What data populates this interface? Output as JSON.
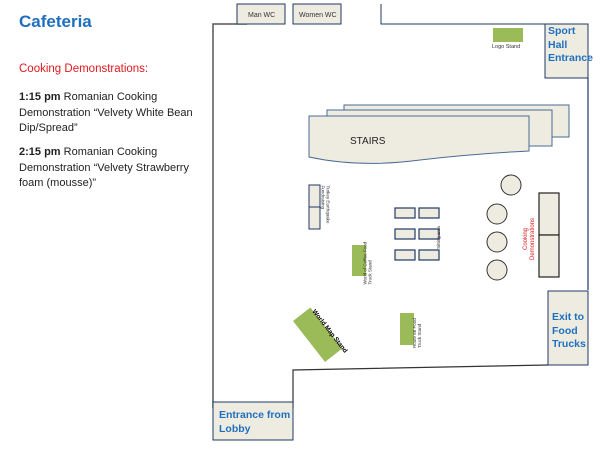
{
  "title": "Cafeteria",
  "schedule": {
    "heading": "Cooking Demonstrations:",
    "items": [
      {
        "time": "1:15 pm",
        "text": "Romanian Cooking Demonstration “Velvety White Bean Dip/Spread”"
      },
      {
        "time": "2:15 pm",
        "text": "Romanian Cooking Demonstration “Velvety Strawberry foam (mousse)”"
      }
    ]
  },
  "map": {
    "rooms": {
      "man_wc": "Man WC",
      "women_wc": "Women WC",
      "sport_hall": "Sport Hall Entrance",
      "exit_food_trucks": "Exit to Food Trucks",
      "entrance_lobby": "Entrance from Lobby",
      "stairs": "STAIRS"
    },
    "stands": {
      "logo": "Logo Stand",
      "turkey": "Turkey Earthquake Fundraising",
      "coffee": "World of Coffee Food Truck Stand",
      "sitting": "Sitting area",
      "cooking": "Cooking Demonstrations",
      "world_map": "World Map Stand",
      "route66": "Route 66 Food Truck Stand"
    },
    "colors": {
      "stand_green": "#9bbb59",
      "room_fill": "#eeece1",
      "wall_blue": "#1f3864",
      "label_blue": "#1f6fbf",
      "accent_red": "#e0191e"
    }
  }
}
